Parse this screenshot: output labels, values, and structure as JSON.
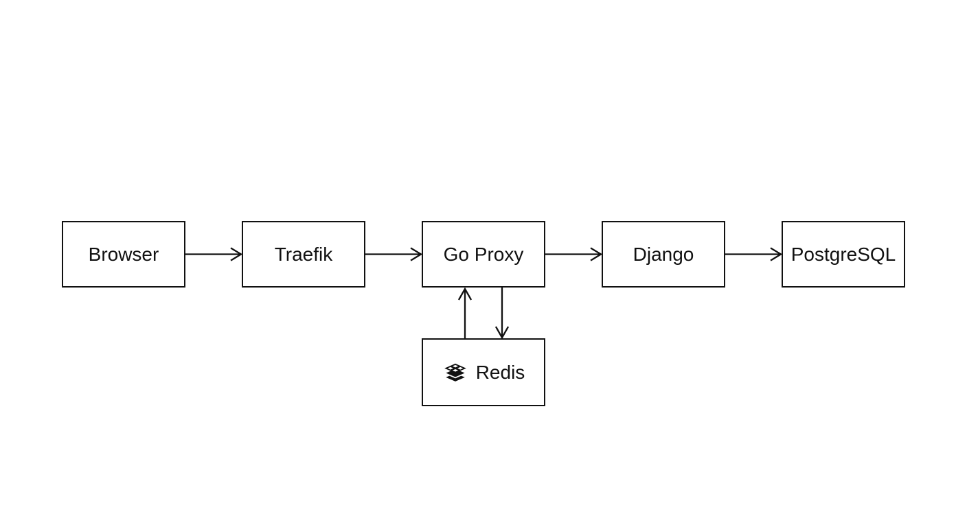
{
  "diagram": {
    "background_color": "#ffffff",
    "line_color": "#111111",
    "arrowhead_style": "open-chevron",
    "nodes": [
      {
        "id": "browser",
        "label": "Browser"
      },
      {
        "id": "traefik",
        "label": "Traefik"
      },
      {
        "id": "go_proxy",
        "label": "Go Proxy"
      },
      {
        "id": "django",
        "label": "Django"
      },
      {
        "id": "postgresql",
        "label": "PostgreSQL"
      },
      {
        "id": "redis",
        "label": "Redis",
        "icon": "redis-logo-icon"
      }
    ],
    "edges": [
      {
        "from": "Browser",
        "to": "Traefik"
      },
      {
        "from": "Traefik",
        "to": "Go Proxy"
      },
      {
        "from": "Go Proxy",
        "to": "Django"
      },
      {
        "from": "Django",
        "to": "PostgreSQL"
      },
      {
        "from": "Redis",
        "to": "Go Proxy"
      },
      {
        "from": "Go Proxy",
        "to": "Redis"
      }
    ]
  }
}
